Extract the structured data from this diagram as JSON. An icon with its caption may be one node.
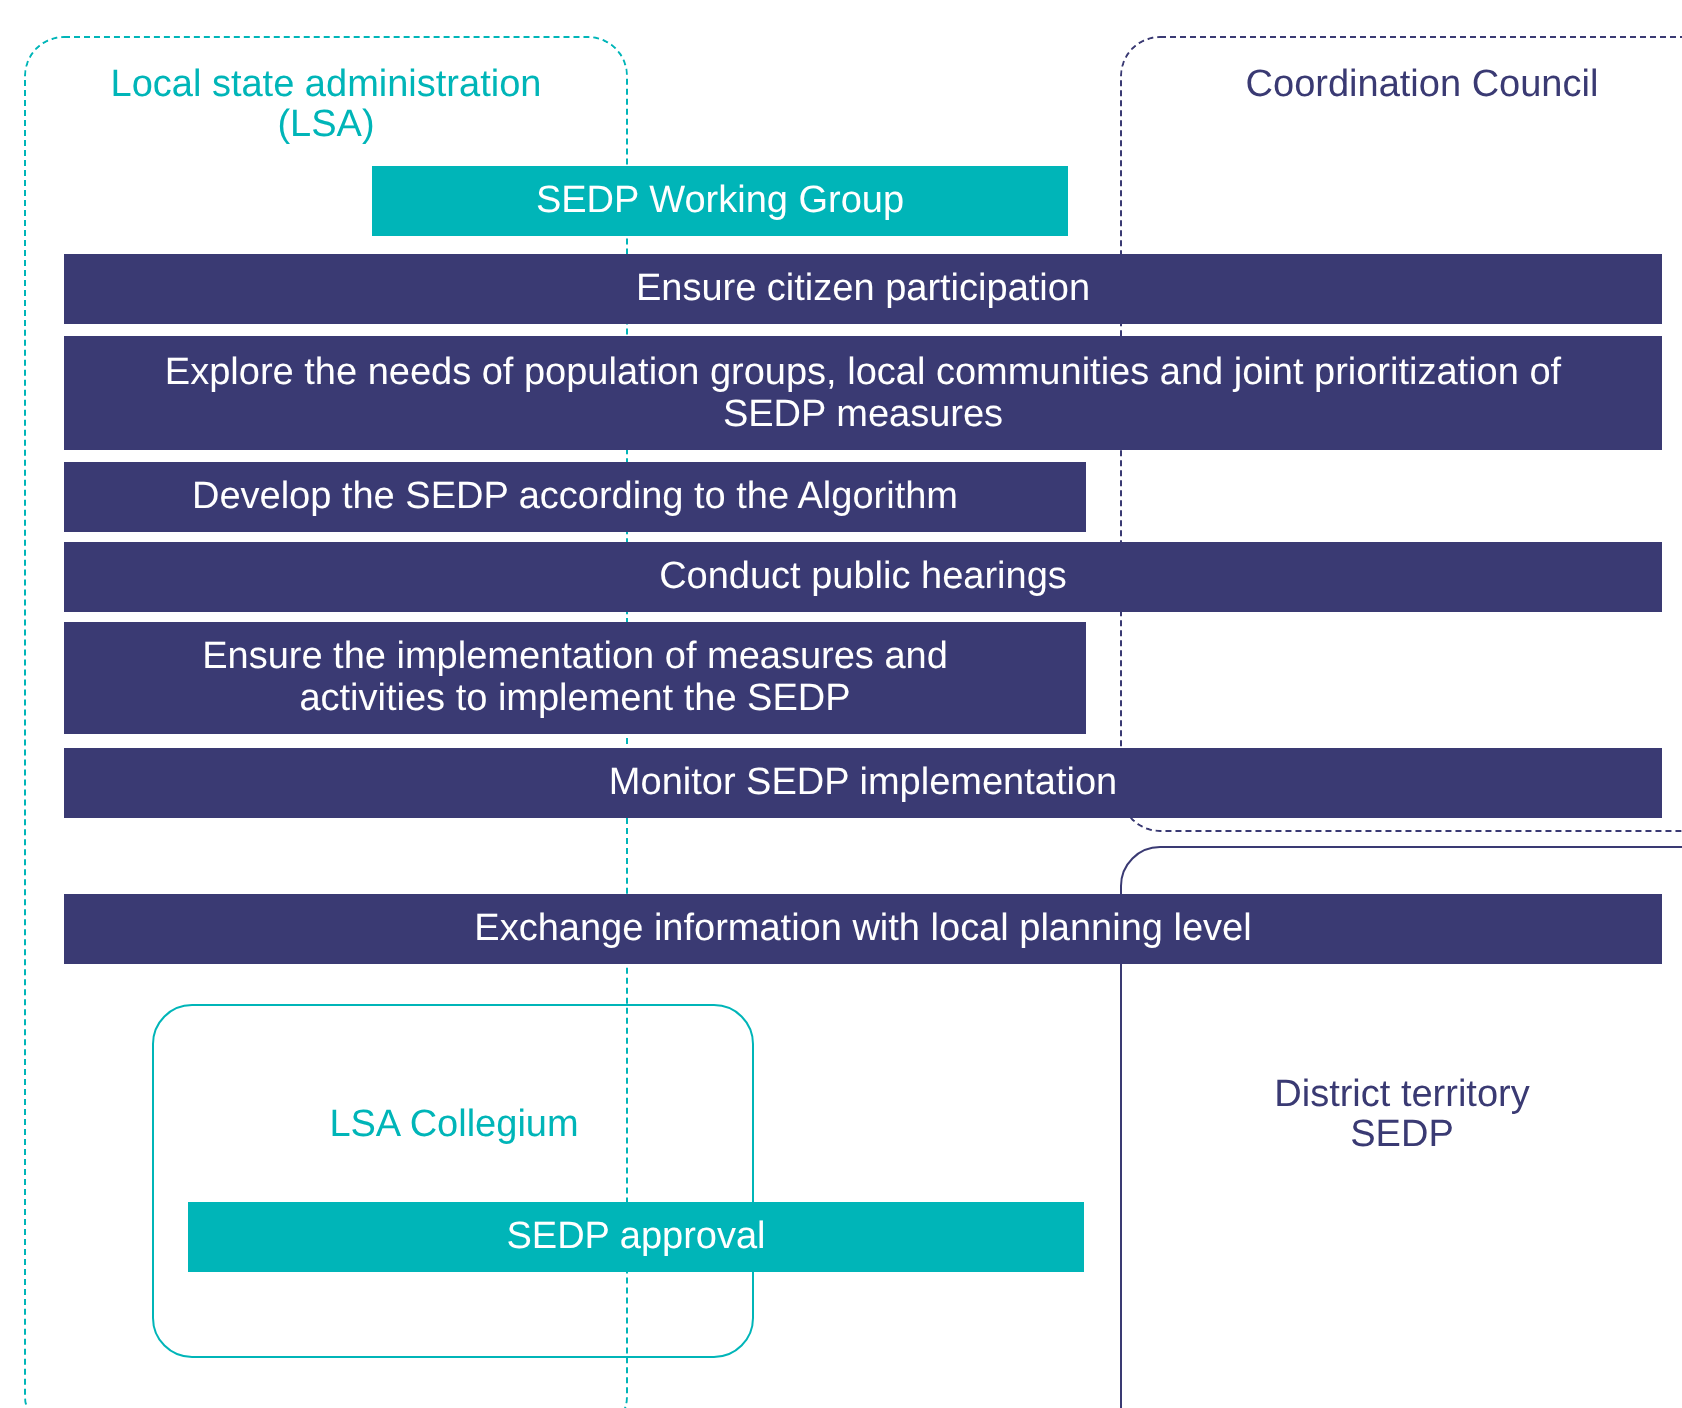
{
  "diagram": {
    "nodes": [
      {
        "text": [
          "Local state administration (LSA)"
        ]
      },
      {
        "text": [
          "Coordination Council"
        ]
      },
      {
        "text": [
          "SEDP Working Group"
        ]
      },
      {
        "text": [
          "Ensure citizen participation"
        ]
      },
      {
        "text": [
          "Explore the needs of population groups, local communities and joint prioritization of SEDP measures"
        ]
      },
      {
        "text": [
          "Develop the SEDP according to the Algorithm"
        ]
      },
      {
        "text": [
          "Conduct public hearings"
        ]
      },
      {
        "text": [
          "Ensure the implementation of measures and activities to implement the SEDP"
        ]
      },
      {
        "text": [
          "Monitor SEDP implementation"
        ]
      },
      {
        "text": [
          "Exchange information with local planning level"
        ]
      },
      {
        "text": [
          "District territory SEDP"
        ]
      },
      {
        "text": [
          "LSA Collegium"
        ]
      },
      {
        "text": [
          "SEDP approval"
        ]
      }
    ],
    "edges": []
  }
}
